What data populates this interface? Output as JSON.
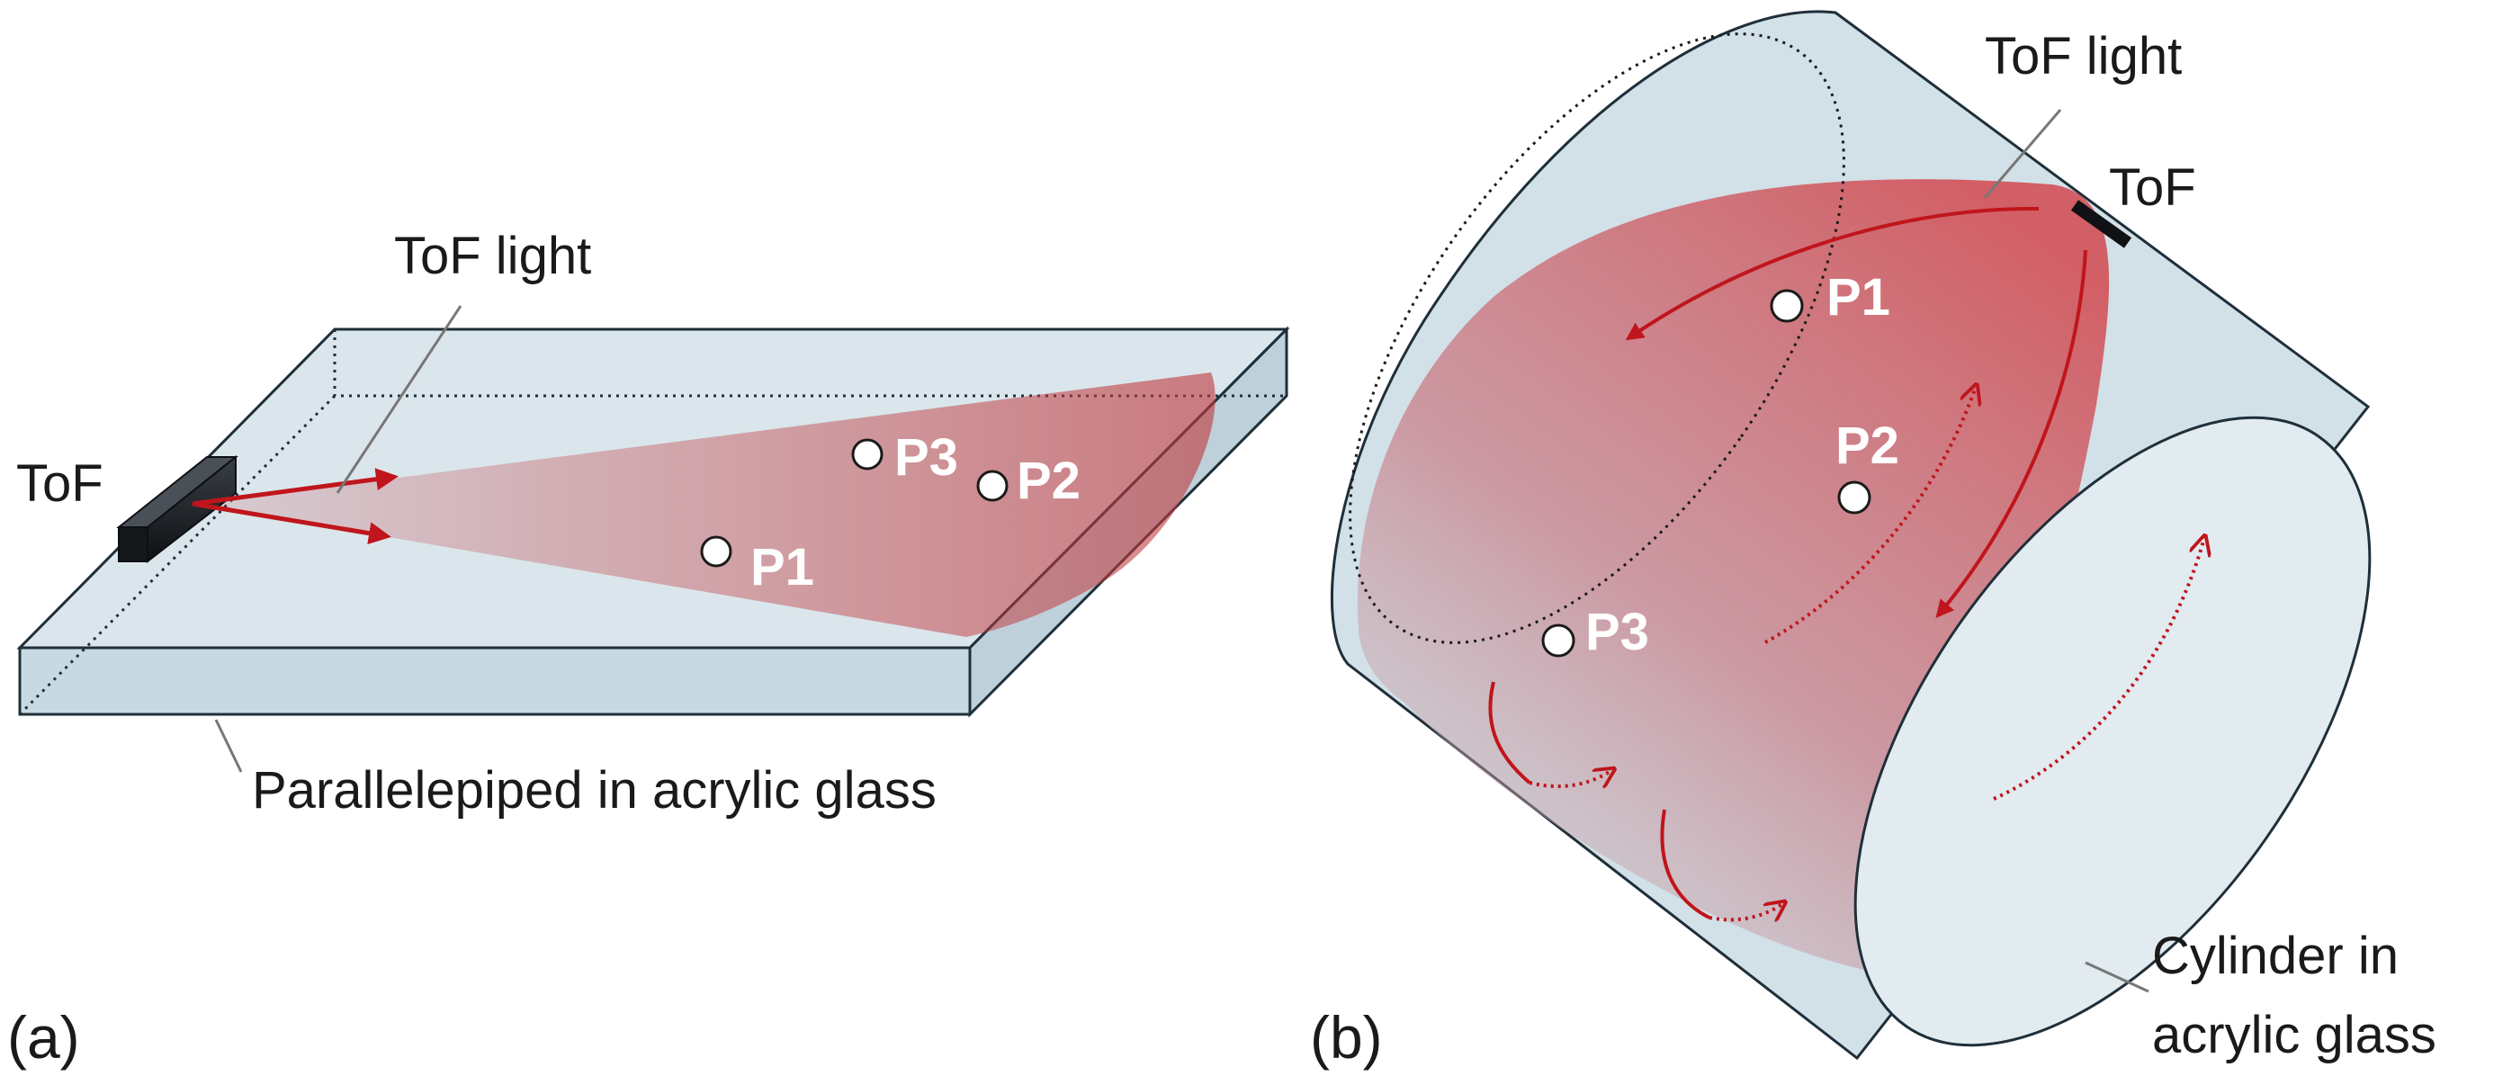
{
  "panel_a": {
    "panel_label": "(a)",
    "sensor_label": "ToF",
    "light_label": "ToF light",
    "object_label": "Parallelepiped in acrylic glass",
    "points": [
      "P1",
      "P2",
      "P3"
    ]
  },
  "panel_b": {
    "panel_label": "(b)",
    "sensor_label": "ToF",
    "light_label": "ToF light",
    "object_label_line1": "Cylinder in",
    "object_label_line2": "acrylic glass",
    "points": [
      "P1",
      "P2",
      "P3"
    ]
  },
  "colors": {
    "acrylic": "#cfdfe6",
    "acrylic_edge": "#1f2f3a",
    "light": "#c0393d",
    "arrow": "#c0151c"
  }
}
